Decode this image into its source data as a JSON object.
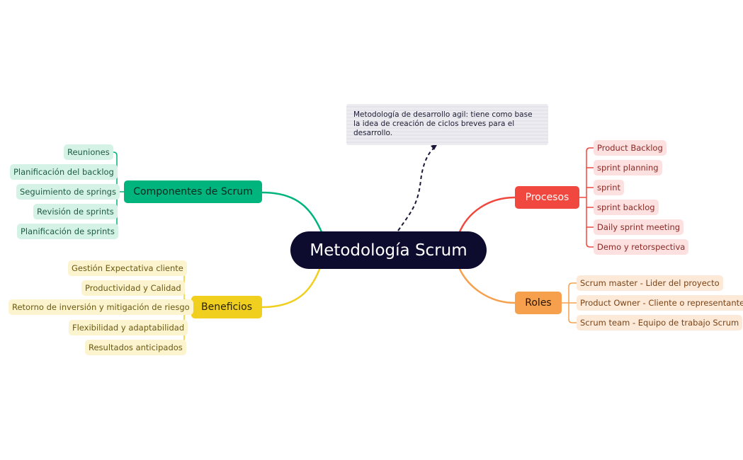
{
  "root": {
    "label": "Metodología Scrum"
  },
  "note": {
    "text": "Metodología de desarrollo agil: tiene como base la idea de creación de ciclos breves para el desarrollo."
  },
  "branches": {
    "componentes": {
      "label": "Componentes de Scrum",
      "color": "#00b47d",
      "items": [
        "Reuniones",
        "Planificación del backlog",
        "Seguimiento de springs",
        "Revisión de sprints",
        "Planificación de sprints"
      ]
    },
    "beneficios": {
      "label": "Beneficios",
      "color": "#f0cf1e",
      "items": [
        "Gestión Expectativa cliente",
        "Productividad y Calidad",
        "Retorno de inversión y mitigación de riesgo",
        "Flexibilidad y adaptabilidad",
        "Resultados anticipados"
      ]
    },
    "procesos": {
      "label": "Procesos",
      "color": "#f0483e",
      "items": [
        "Product Backlog",
        "sprint planning",
        "sprint",
        "sprint backlog",
        "Daily sprint meeting",
        "Demo y retorspectiva"
      ]
    },
    "roles": {
      "label": "Roles",
      "color": "#f6a04d",
      "items": [
        "Scrum master - Lider del proyecto",
        "Product Owner - Cliente o representante",
        "Scrum team - Equipo de trabajo Scrum"
      ]
    }
  }
}
